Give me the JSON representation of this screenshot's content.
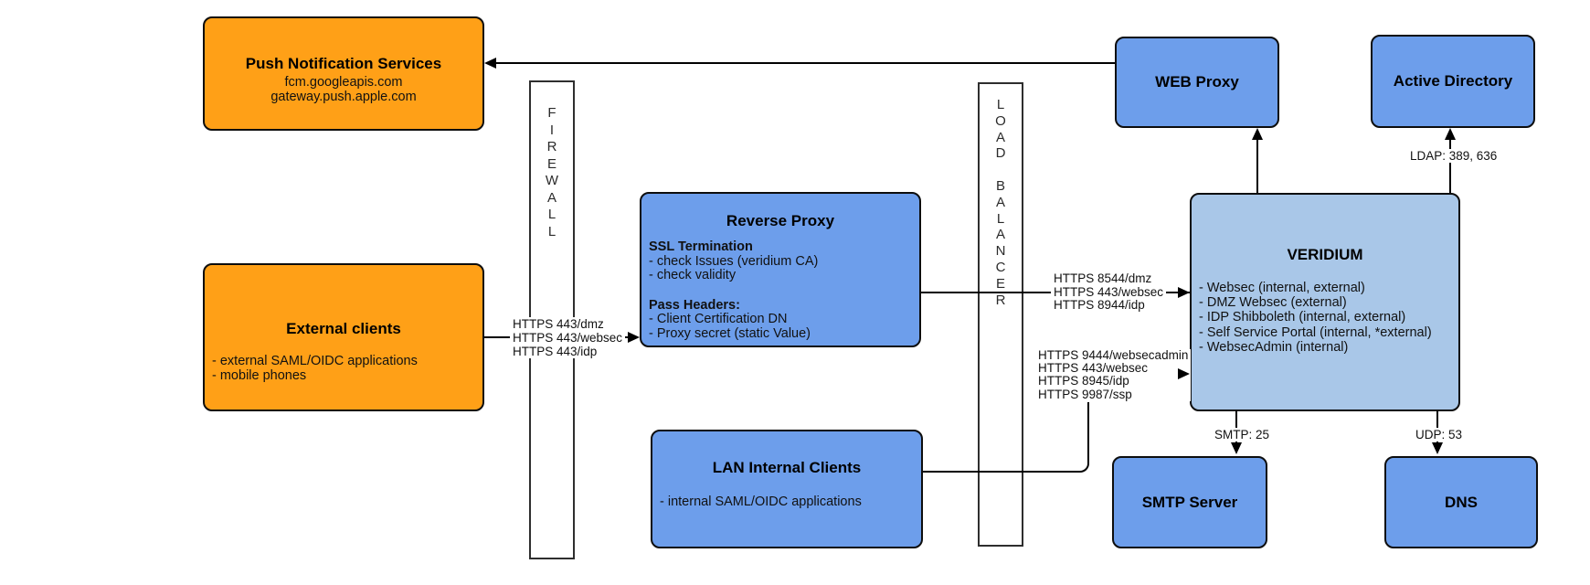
{
  "nodes": {
    "push": {
      "title": "Push Notification Services",
      "body": "fcm.googleapis.com\ngateway.push.apple.com"
    },
    "external": {
      "title": "External clients",
      "body": "- external SAML/OIDC applications\n- mobile phones"
    },
    "firewall": {
      "label": "F\nI\nR\nE\nW\nA\nL\nL"
    },
    "reverse_proxy": {
      "title": "Reverse Proxy",
      "sections": [
        {
          "heading": "SSL Termination",
          "body": "- check Issues (veridium CA)\n- check validity"
        },
        {
          "heading": "Pass Headers:",
          "body": "- Client Certification DN\n- Proxy secret (static Value)"
        }
      ]
    },
    "lan": {
      "title": "LAN Internal Clients",
      "body": "- internal SAML/OIDC applications"
    },
    "load_balancer": {
      "label": "L\nO\nA\nD\n\nB\nA\nL\nA\nN\nC\nE\nR"
    },
    "web_proxy": {
      "title": "WEB Proxy"
    },
    "active_directory": {
      "title": "Active Directory"
    },
    "veridium": {
      "title": "VERIDIUM",
      "body": "- Websec (internal, external)\n- DMZ Websec (external)\n- IDP Shibboleth (internal, external)\n- Self Service Portal (internal, *external)\n- WebsecAdmin (internal)"
    },
    "smtp": {
      "title": "SMTP Server"
    },
    "dns": {
      "title": "DNS"
    }
  },
  "edges": {
    "external_to_reverse_proxy": "HTTPS 443/dmz\nHTTPS 443/websec\nHTTPS 443/idp",
    "load_balancer_to_veridium": "HTTPS 8544/dmz\nHTTPS 443/websec\nHTTPS 8944/idp",
    "lan_to_veridium": "HTTPS 9444/websecadmin\nHTTPS 443/websec\nHTTPS 8945/idp\nHTTPS 9987/ssp",
    "ldap": "LDAP: 389, 636",
    "smtp": "SMTP: 25",
    "udp": "UDP: 53"
  },
  "colors": {
    "orange": "#FFA017",
    "blue": "#6D9EEB",
    "light_blue": "#A9C7E8",
    "line": "#000000"
  }
}
